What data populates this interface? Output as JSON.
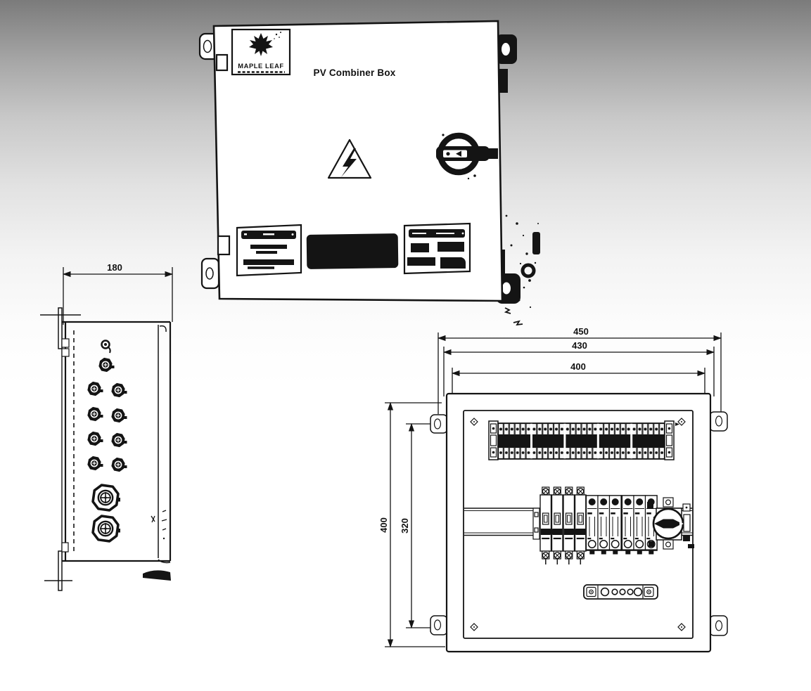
{
  "colors": {
    "ink": "#141414",
    "paper": "#ffffff",
    "background_top": "#7b7b7b",
    "background_bottom": "#ffffff"
  },
  "front_view": {
    "brand": "MAPLE LEAF",
    "title": "PV Combiner Box"
  },
  "side_view": {
    "width_dim": "180"
  },
  "internal_view": {
    "dims_top": [
      "450",
      "430",
      "400"
    ],
    "dim_height_overall": "400",
    "dim_height_mounting": "320"
  },
  "icons": {
    "maple-leaf-icon": "maple leaf silhouette",
    "high-voltage-warning-icon": "triangle with lightning bolt",
    "rotary-switch-icon": "circular rotary disconnect handle",
    "cable-gland-icon": "hex cable gland with crosshair"
  }
}
